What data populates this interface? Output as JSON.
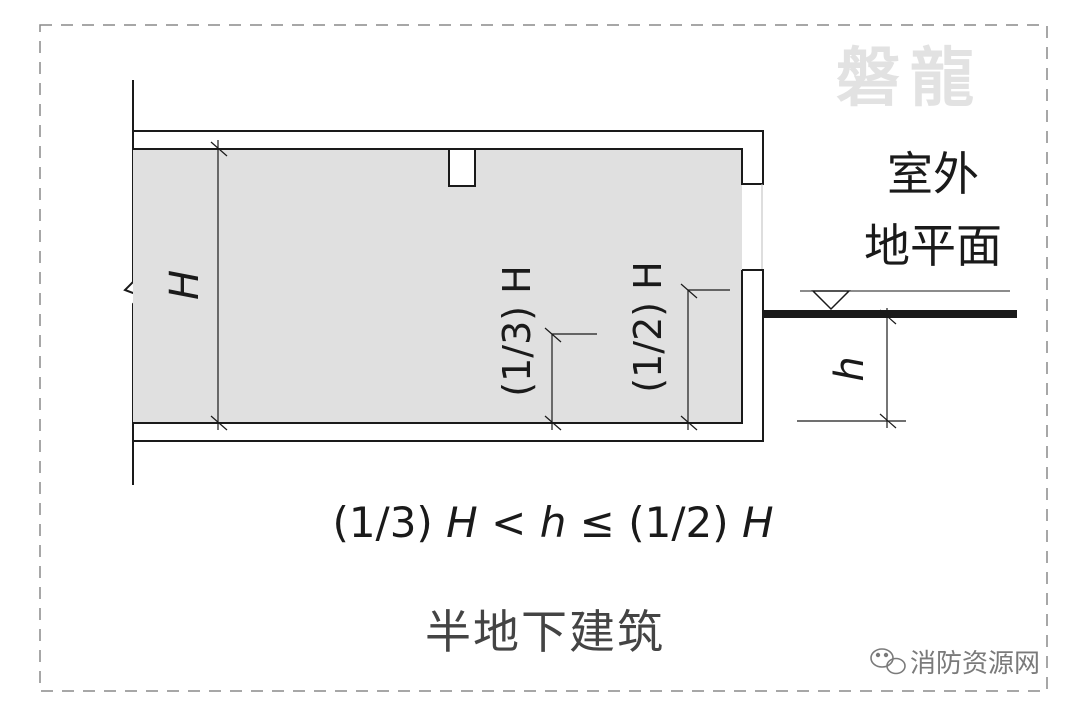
{
  "diagram": {
    "watermark": "磐龍",
    "outdoor_label": {
      "line1": "室外",
      "line2": "地平面"
    },
    "labels": {
      "room_height": "H",
      "one_third_height": "(1/3) H",
      "one_half_height": "(1/2) H",
      "buried_depth": "h"
    },
    "formula": {
      "left": "(1/3)",
      "H1": "H",
      "lt": "<",
      "h": "h",
      "le": "≤",
      "right": "(1/2)",
      "H2": "H"
    },
    "caption": "半地下建筑",
    "credit": "消防资源网"
  },
  "colors": {
    "room_fill": "#e0e0e0",
    "line": "#1a1a1a",
    "border_dash": "#8a8a8a",
    "watermark": "#e2e2e2",
    "credit": "#7a7a7a"
  }
}
